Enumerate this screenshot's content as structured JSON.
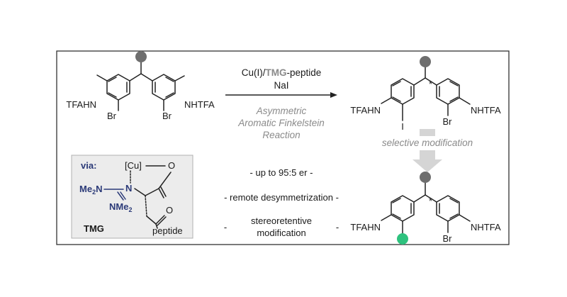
{
  "colors": {
    "frame": "#333333",
    "bond": "#222222",
    "substituent_dot": "#6e6e6e",
    "new_group_dot": "#2ec27e",
    "tmg_text": "#2b3a78",
    "condition_subtext": "#8a8a8a",
    "via_box_fill": "#ececec",
    "progress_arrow": "#d5d5d5"
  },
  "starting_material": {
    "left_nh": "TFAHN",
    "right_nh": "NHTFA",
    "left_br": "Br",
    "right_br": "Br"
  },
  "reaction_conditions": {
    "reagent_prefix": "Cu(I)/",
    "reagent_tmg": "TMG",
    "reagent_suffix": "-peptide",
    "additive": "NaI",
    "name_line1": "Asymmetric",
    "name_line2": "Aromatic Finkelstein",
    "name_line3": "Reaction"
  },
  "iodo_product": {
    "left_nh": "TFAHN",
    "right_nh": "NHTFA",
    "iodo": "I",
    "bromo": "Br",
    "stereo_mark": "*"
  },
  "modification_step": {
    "label": "selective modification"
  },
  "final_product": {
    "left_nh": "TFAHN",
    "right_nh": "NHTFA",
    "bromo": "Br",
    "stereo_mark": "*"
  },
  "via_box": {
    "via_label": "via:",
    "cu_label": "[Cu]",
    "ester_o": "O",
    "ketone_o": "O",
    "n_label": "N",
    "nme2_upper": "Me",
    "nme2_upper_sub": "2",
    "nme2_upper_n": "N",
    "nme2_lower": "NMe",
    "nme2_lower_sub": "2",
    "peptide_label": "peptide",
    "tmg_label": "TMG"
  },
  "features": {
    "er_line": "- up to 95:5 er -",
    "desym_line": "- remote desymmetrization -",
    "stereo_dash_left": "-",
    "stereo_line1": "stereoretentive",
    "stereo_line2": "modification",
    "stereo_dash_right": "-"
  }
}
